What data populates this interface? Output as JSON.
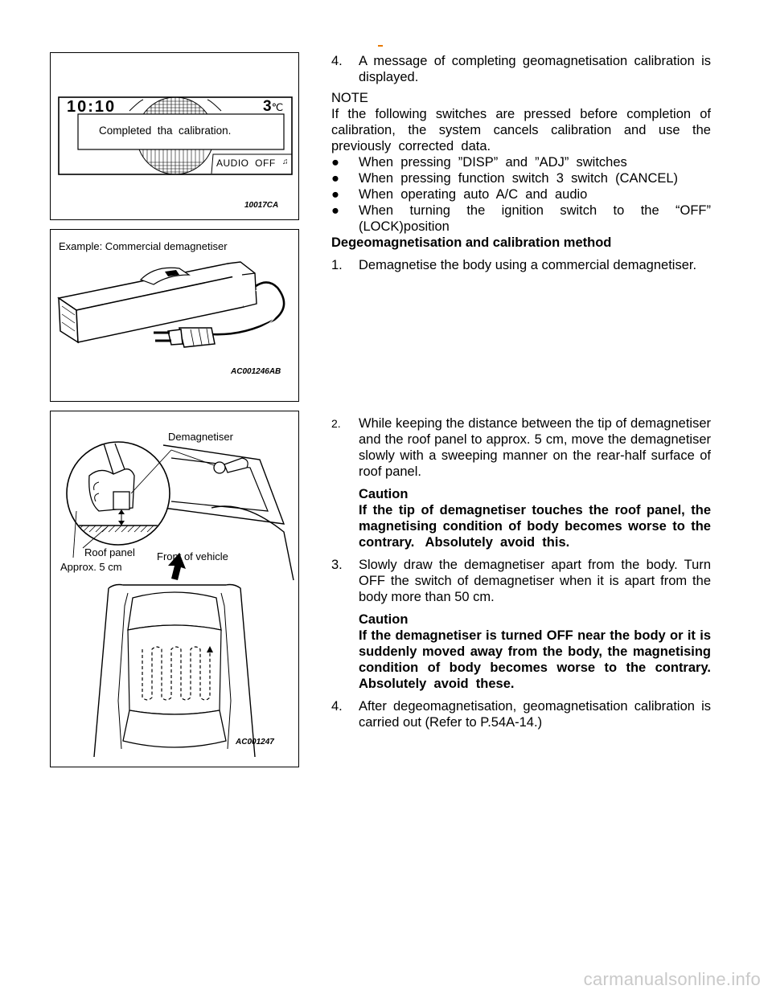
{
  "figures": {
    "display": {
      "clock": "10:10",
      "temp": "3",
      "temp_unit": "℃",
      "message": "Completed  tha  calibration.",
      "audio_label": "AUDIO  OFF",
      "code": "10017CA"
    },
    "demagnetiser": {
      "caption": "Example: Commercial demagnetiser",
      "code": "AC001246AB"
    },
    "roof": {
      "label_demagnetiser": "Demagnetiser",
      "label_roof_panel": "Roof panel",
      "label_approx": "Approx. 5 cm",
      "label_front": "Front of vehicle",
      "code": "AC001247"
    }
  },
  "text": {
    "step4a_num": "4.",
    "step4a": "A message of completing geomagnetisation calibration is displayed.",
    "note_title": "NOTE",
    "note_body": "If the following switches are pressed before completion of calibration, the system cancels calibration and use the previously  corrected  data.",
    "bullets": [
      "When  pressing  ”DISP”  and  ”ADJ”  switches",
      "When  pressing  function  switch  3  switch  (CANCEL)",
      "When  operating  auto  A/C  and  audio",
      "When  turning  the  ignition  switch  to  the  “OFF”  (LOCK)position"
    ],
    "method_title": "Degeomagnetisation and calibration method",
    "step1_num": "1.",
    "step1": "Demagnetise the body using a commercial demagnetiser.",
    "step2_num": "2.",
    "step2": "While keeping the distance between the tip of demagnetiser and the roof panel to approx. 5 cm, move the demagnetiser slowly with a sweeping manner on the rear-half surface of roof panel.",
    "caution1_title": "Caution",
    "caution1": "If the tip of demagnetiser touches the roof panel, the magnetising condition of body becomes worse to the contrary.   Absolutely  avoid  this.",
    "step3_num": "3.",
    "step3": "Slowly draw the demagnetiser apart from the body.  Turn OFF the switch of demagnetiser when it is apart from the body more than 50 cm.",
    "caution2_title": "Caution",
    "caution2": "If the demagnetiser is turned OFF near the body or it is suddenly moved away from the body, the magnetising condition of body becomes worse to the contrary.  Absolutely  avoid  these.",
    "step4b_num": "4.",
    "step4b": "After degeomagnetisation, geomagnetisation calibration is carried out (Refer to P.54A-14.)"
  },
  "watermark": "carmanualsonline.info"
}
